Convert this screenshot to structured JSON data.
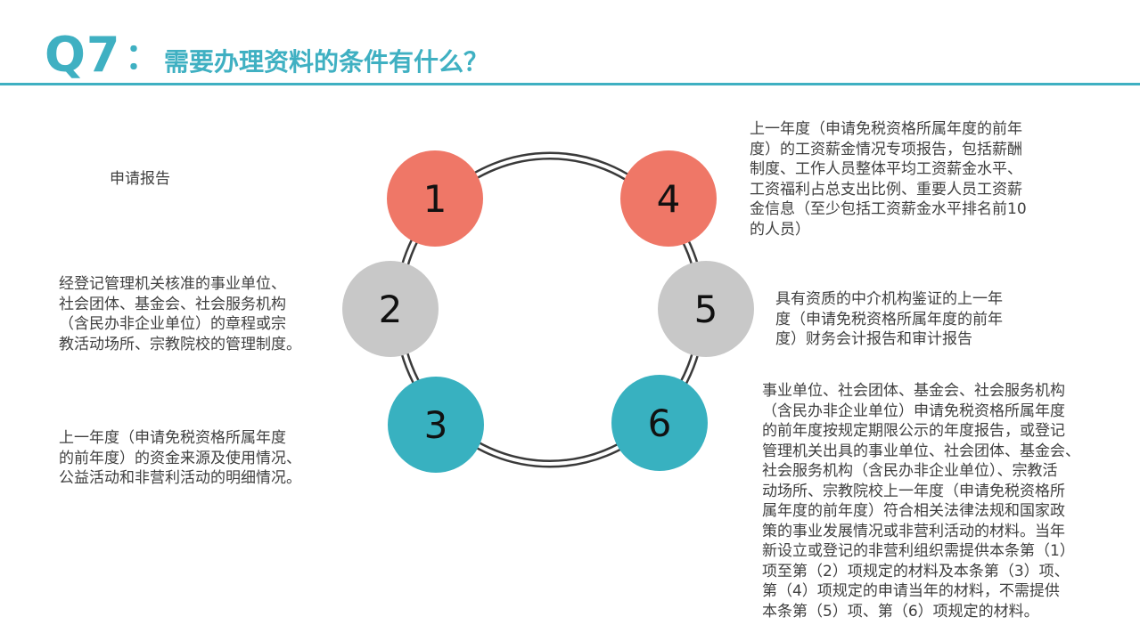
{
  "header": {
    "q_label": "Q7",
    "colon": "：",
    "title": "需要办理资料的条件有什么？"
  },
  "colors": {
    "accent": "#3fb0c2",
    "salmon": "#ef7767",
    "gray": "#c8c8c8",
    "teal": "#38b1c0"
  },
  "nodes": [
    {
      "label": "1",
      "color": "salmon"
    },
    {
      "label": "2",
      "color": "gray"
    },
    {
      "label": "3",
      "color": "teal"
    },
    {
      "label": "4",
      "color": "salmon"
    },
    {
      "label": "5",
      "color": "gray"
    },
    {
      "label": "6",
      "color": "teal"
    }
  ],
  "items": {
    "item1": [
      "申请报告"
    ],
    "item2": [
      "经登记管理机关核准的事业单位、",
      "社会团体、基金会、社会服务机构",
      "（含民办非企业单位）的章程或宗",
      "教活动场所、宗教院校的管理制度。"
    ],
    "item3": [
      "上一年度（申请免税资格所属年度",
      "的前年度）的资金来源及使用情况、",
      "公益活动和非营利活动的明细情况。"
    ],
    "item4": [
      "上一年度（申请免税资格所属年度的前年",
      "度）的工资薪金情况专项报告，包括薪酬",
      "制度、工作人员整体平均工资薪金水平、",
      "工资福利占总支出比例、重要人员工资薪",
      "金信息（至少包括工资薪金水平排名前10",
      "的人员）"
    ],
    "item5": [
      "具有资质的中介机构鉴证的上一年",
      "度（申请免税资格所属年度的前年",
      "度）财务会计报告和审计报告"
    ],
    "item6": [
      "事业单位、社会团体、基金会、社会服务机构",
      "（含民办非企业单位）申请免税资格所属年度",
      "的前年度按规定期限公示的年度报告，或登记",
      "管理机关出具的事业单位、社会团体、基金会、",
      "社会服务机构（含民办非企业单位）、宗教活",
      "动场所、宗教院校上一年度（申请免税资格所",
      "属年度的前年度）符合相关法律法规和国家政",
      "策的事业发展情况或非营利活动的材料。当年",
      "新设立或登记的非营利组织需提供本条第（1）",
      "项至第（2）项规定的材料及本条第（3）项、",
      "第（4）项规定的申请当年的材料，不需提供",
      "本条第（5）项、第（6）项规定的材料。"
    ]
  }
}
